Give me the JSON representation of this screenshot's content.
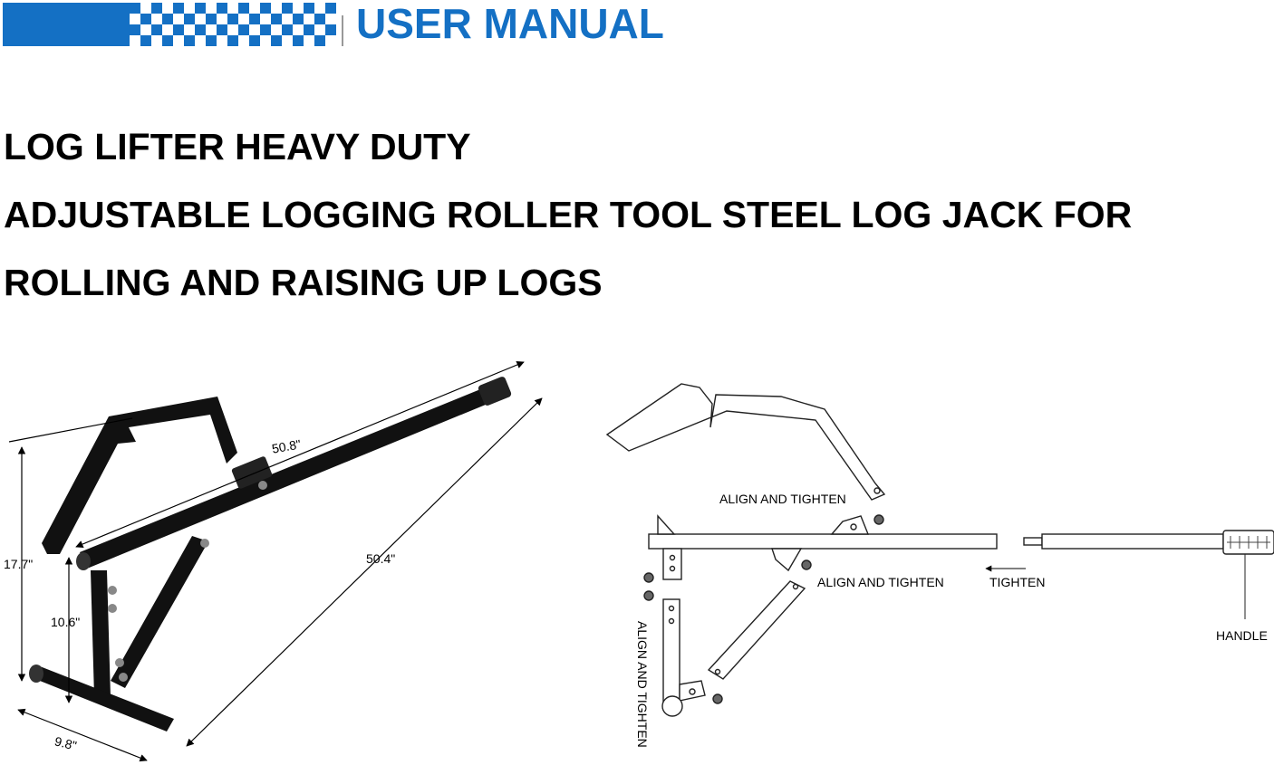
{
  "header": {
    "title": "USER MANUAL",
    "accent_color": "#1470c4"
  },
  "product_title": {
    "line1": "LOG LIFTER HEAVY DUTY",
    "line2": "ADJUSTABLE LOGGING ROLLER TOOL STEEL LOG JACK FOR",
    "line3": "ROLLING AND RAISING UP LOGS"
  },
  "dimensions": {
    "handle_length": "50.8\"",
    "overall_length": "50.4\"",
    "height": "17.7\"",
    "foot_height": "10.6\"",
    "foot_width": "9.8\""
  },
  "assembly": {
    "align_tighten_top": "ALIGN AND TIGHTEN",
    "align_tighten_mid": "ALIGN AND TIGHTEN",
    "align_tighten_vertical": "ALIGN AND TIGHTEN",
    "tighten": "TIGHTEN",
    "handle": "HANDLE"
  }
}
